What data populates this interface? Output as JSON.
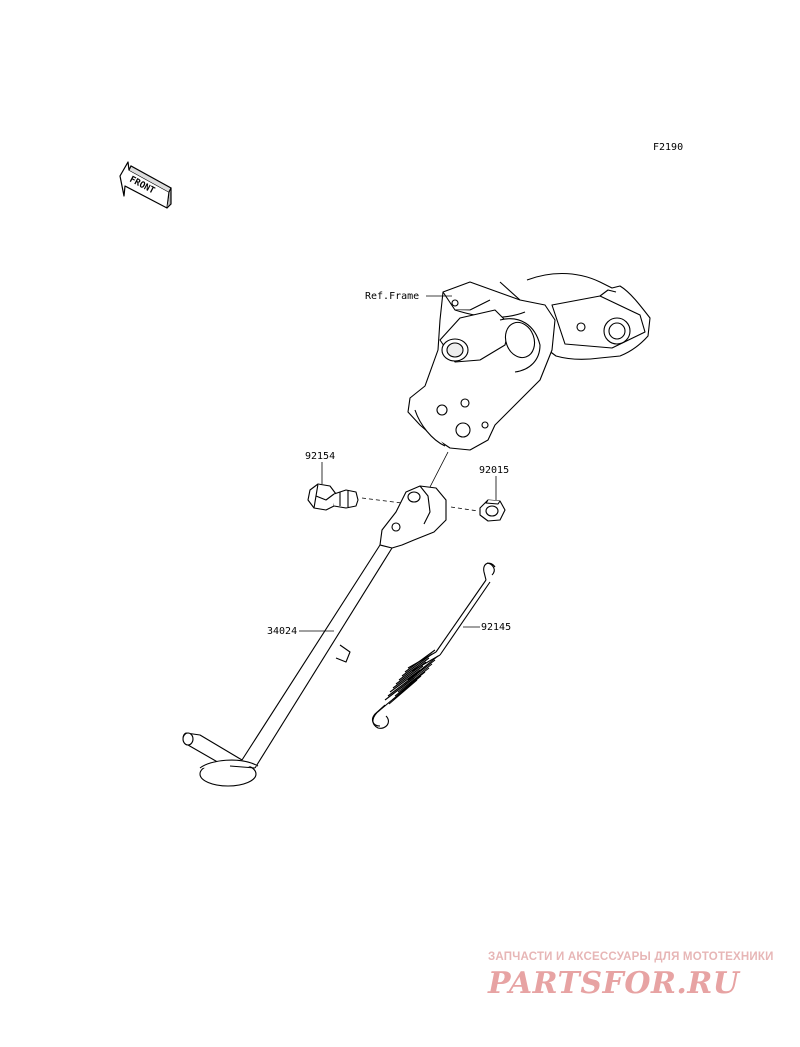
{
  "diagram_code": "F2190",
  "front_arrow": {
    "label": "FRONT",
    "icon": "front-arrow-icon"
  },
  "callouts": {
    "frame": "Ref.Frame",
    "bolt": "92154",
    "nut": "92015",
    "side_stand": "34024",
    "spring": "92145"
  },
  "watermark": {
    "tagline": "ЗАПЧАСТИ И АКСЕССУАРЫ ДЛЯ МОТОТЕХНИКИ",
    "logo": "PARTSFOR.RU"
  },
  "colors": {
    "line": "#000000",
    "watermark": "#e7a3a3",
    "background": "#ffffff"
  }
}
